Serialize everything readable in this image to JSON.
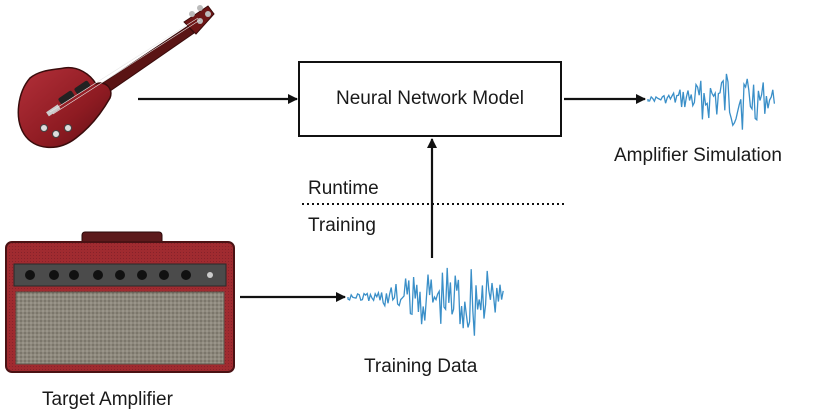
{
  "diagram": {
    "model_label": "Neural Network Model",
    "output_label": "Amplifier Simulation",
    "runtime_label": "Runtime",
    "training_label": "Training",
    "training_data_label": "Training Data",
    "amp_label": "Target Amplifier"
  },
  "icons": {
    "guitar": "electric-guitar-icon",
    "amplifier": "guitar-amplifier-icon",
    "waveform": "audio-waveform-icon"
  },
  "colors": {
    "guitar_body": "#8e1b22",
    "amp_tolex": "#9c2a2e",
    "amp_grille": "#8a857a",
    "waveform": "#3a8fc8",
    "line": "#111111"
  }
}
